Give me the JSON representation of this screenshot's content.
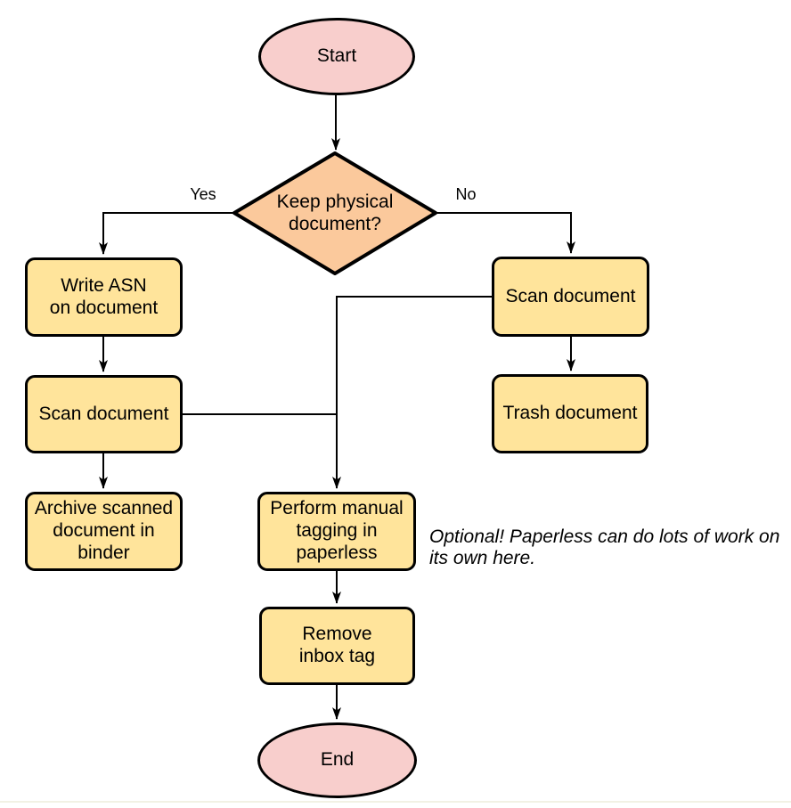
{
  "diagram": {
    "type": "flowchart",
    "nodes": {
      "start": {
        "label": "Start",
        "shape": "terminator"
      },
      "decision": {
        "label": "Keep physical\ndocument?",
        "shape": "decision"
      },
      "write_asn": {
        "label": "Write ASN\non document",
        "shape": "process"
      },
      "scan_left": {
        "label": "Scan document",
        "shape": "process"
      },
      "archive": {
        "label": "Archive scanned\ndocument in\nbinder",
        "shape": "process"
      },
      "scan_right": {
        "label": "Scan document",
        "shape": "process"
      },
      "trash": {
        "label": "Trash document",
        "shape": "process"
      },
      "tagging": {
        "label": "Perform manual\ntagging in\npaperless",
        "shape": "process"
      },
      "remove_inbox": {
        "label": "Remove\ninbox tag",
        "shape": "process"
      },
      "end": {
        "label": "End",
        "shape": "terminator"
      }
    },
    "edge_labels": {
      "yes": "Yes",
      "no": "No"
    },
    "edges": [
      {
        "from": "start",
        "to": "decision",
        "label": ""
      },
      {
        "from": "decision",
        "to": "write_asn",
        "label": "Yes"
      },
      {
        "from": "decision",
        "to": "scan_right",
        "label": "No"
      },
      {
        "from": "write_asn",
        "to": "scan_left",
        "label": ""
      },
      {
        "from": "scan_left",
        "to": "archive",
        "label": ""
      },
      {
        "from": "scan_left",
        "to": "tagging",
        "label": ""
      },
      {
        "from": "scan_right",
        "to": "trash",
        "label": ""
      },
      {
        "from": "scan_right",
        "to": "tagging",
        "label": ""
      },
      {
        "from": "tagging",
        "to": "remove_inbox",
        "label": ""
      },
      {
        "from": "remove_inbox",
        "to": "end",
        "label": ""
      }
    ],
    "annotation": {
      "text": "Optional! Paperless can do lots of work on\nits own here."
    },
    "colors": {
      "terminator_fill": "#F8CECC",
      "decision_fill": "#FBC99C",
      "process_fill": "#FFE49B",
      "stroke": "#000000",
      "background": "#FFFFFF"
    }
  }
}
